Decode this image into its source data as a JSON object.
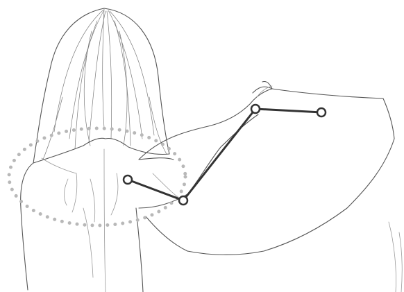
{
  "diagram": {
    "subject": "back-view-figure-raised-arm",
    "highlight_region": "shoulder-blade-area",
    "arm_joint_names": [
      "shoulder-joint",
      "elbow-joint",
      "wrist-joint",
      "hand-joint"
    ],
    "colors": {
      "line_art": "#555555",
      "dotted_ring": "#b8b8b8",
      "skeleton": "#333333",
      "joint_fill": "#ffffff",
      "background": "#ffffff"
    }
  }
}
